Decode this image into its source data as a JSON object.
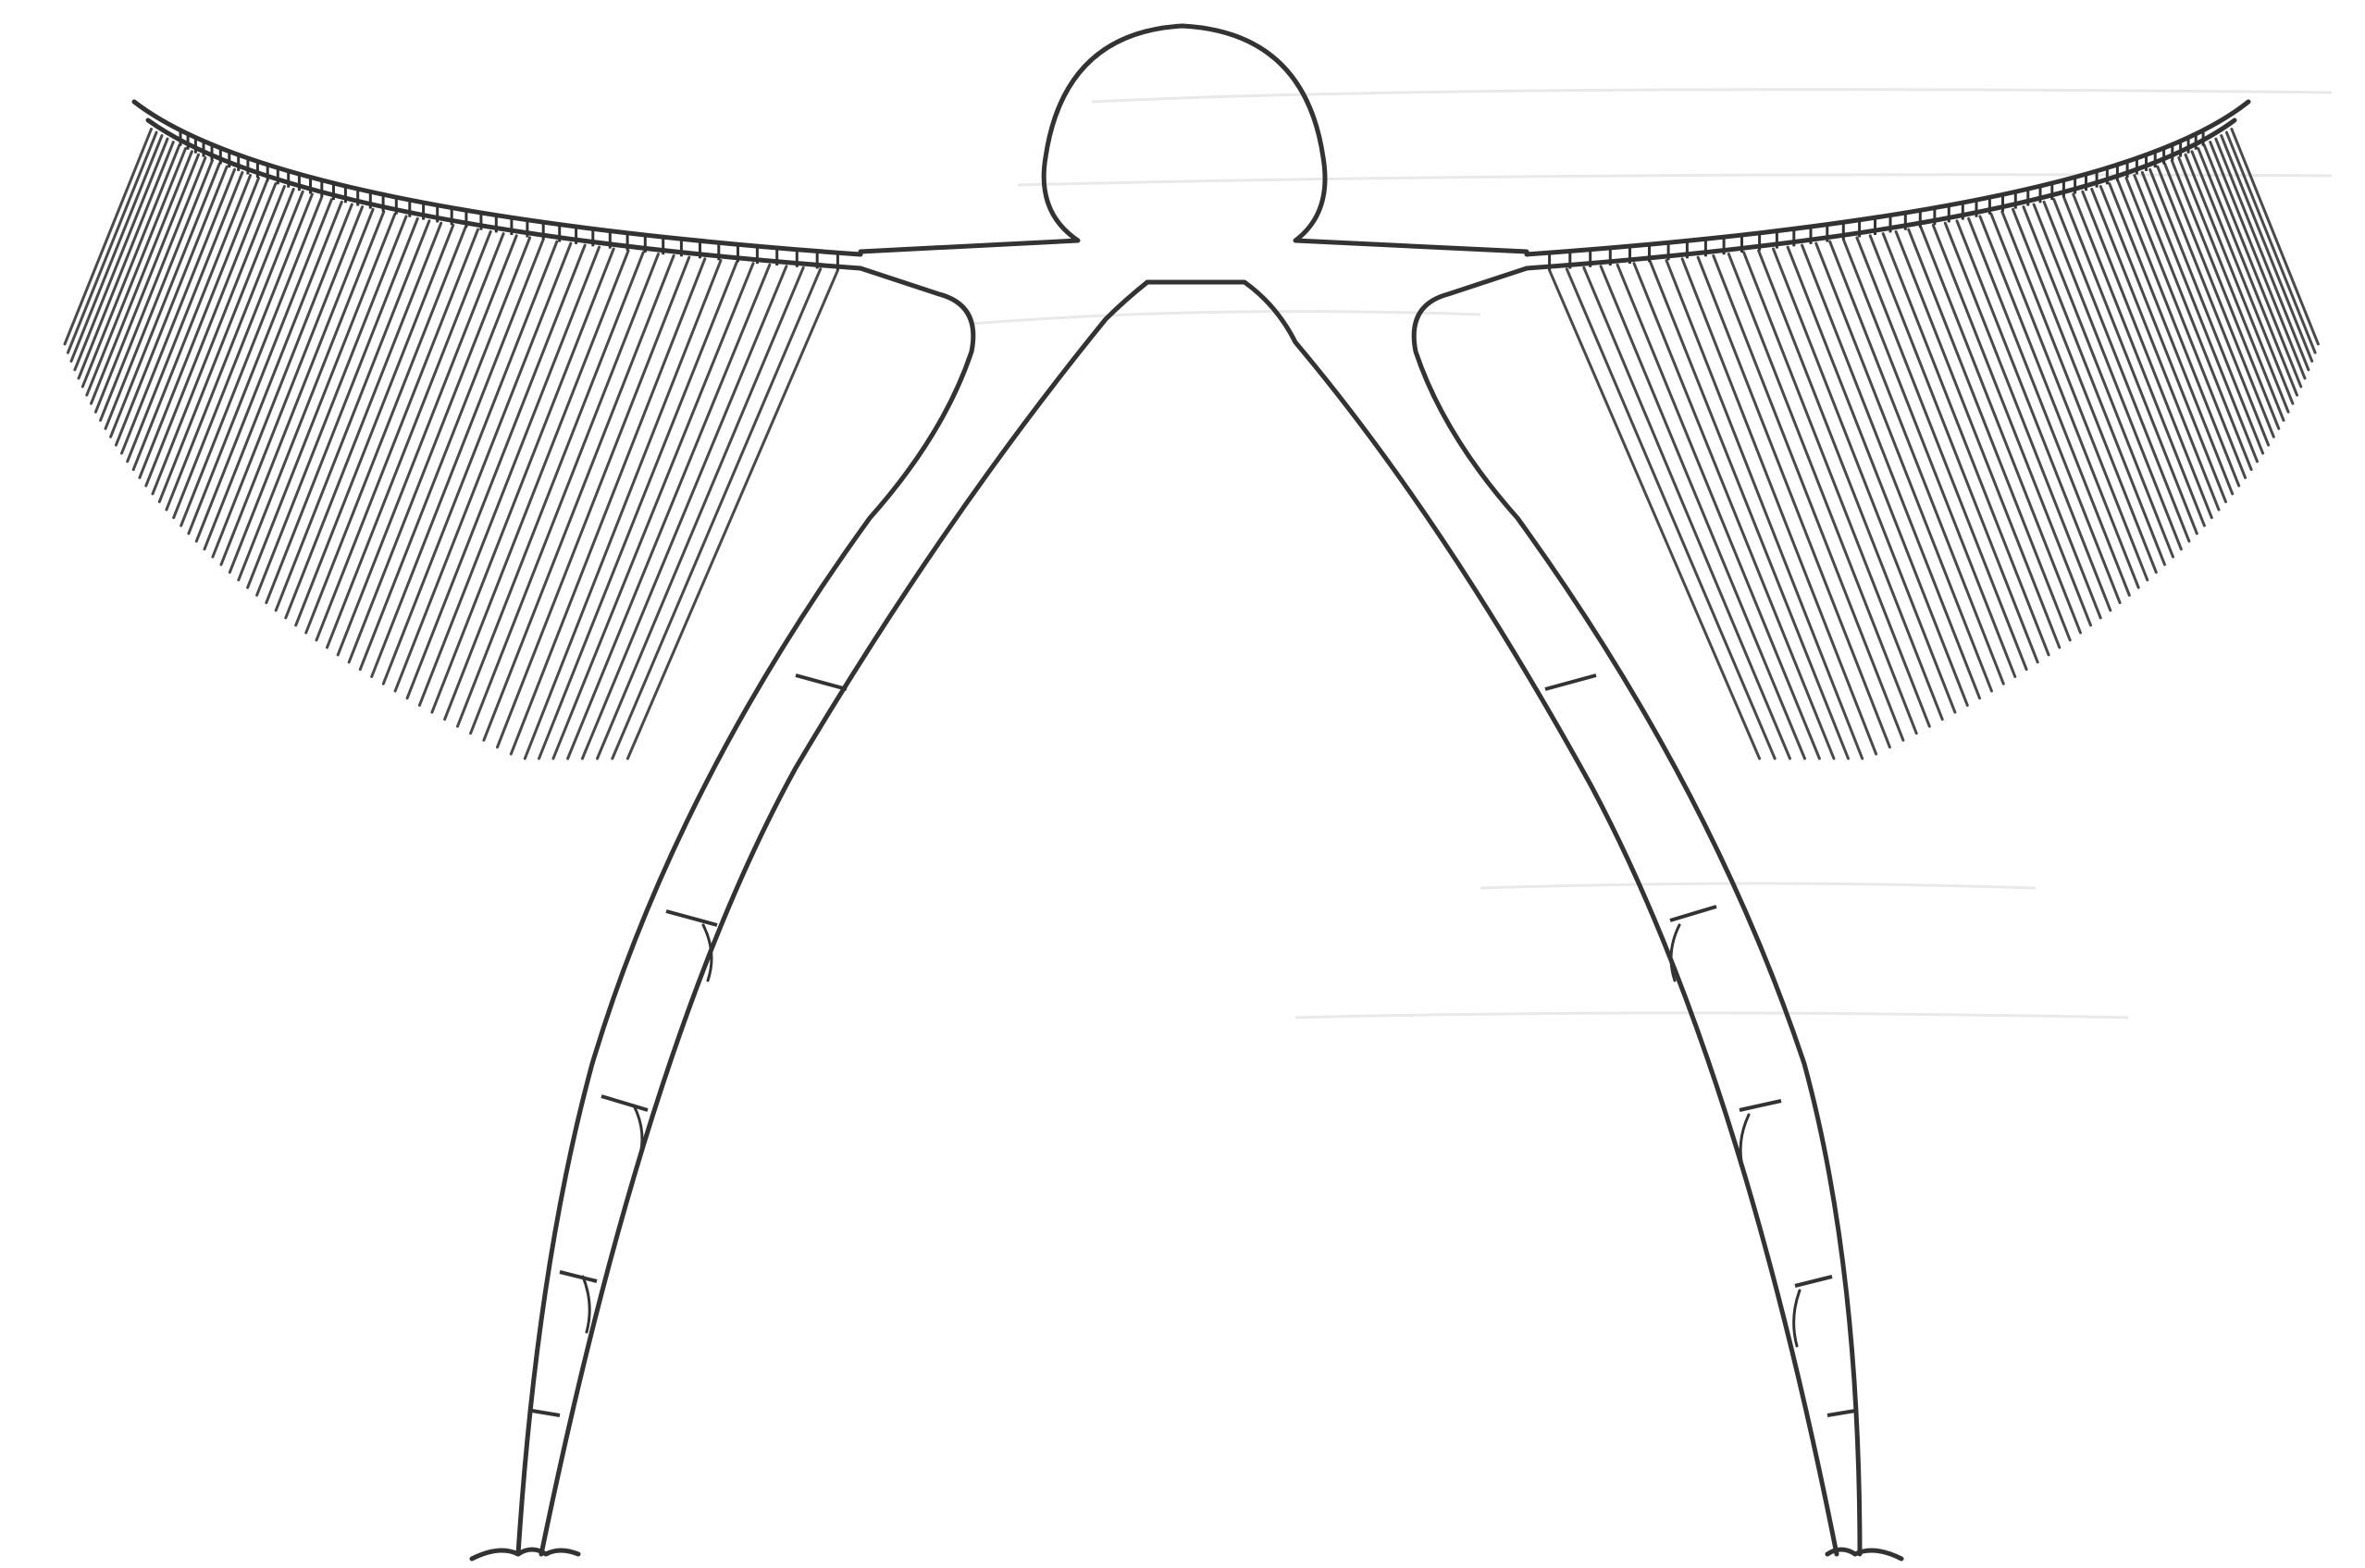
{
  "figure": {
    "description_visible_text": "",
    "colors": {
      "background": "#ffffff",
      "ink": "#333333",
      "bristle": "#4a4a4a",
      "show_through": "#e9e9e9"
    },
    "parts": [
      "head",
      "left-antenna",
      "right-antenna",
      "body",
      "left-leg",
      "right-leg"
    ]
  }
}
